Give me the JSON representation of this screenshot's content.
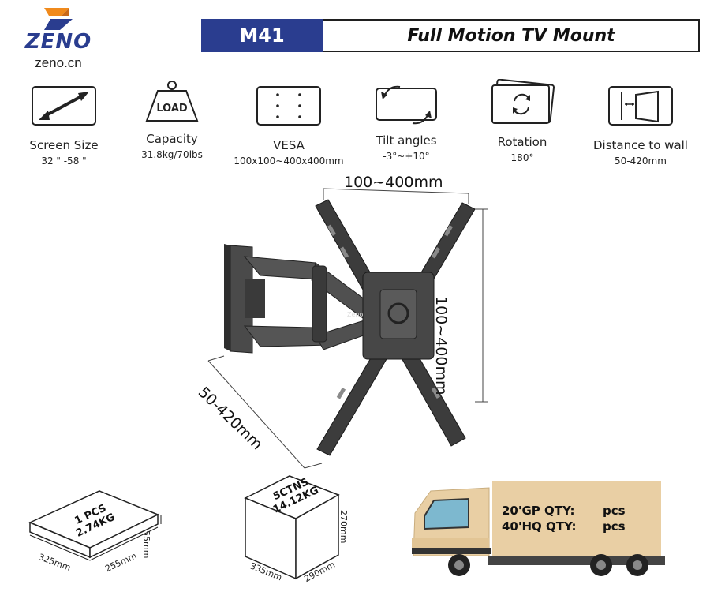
{
  "header": {
    "brand": "ZENO",
    "url": "zeno.cn",
    "model_code": "M41",
    "model_name": "Full Motion TV Mount"
  },
  "specs": [
    {
      "label": "Screen Size",
      "value": "32 \" -58 \"",
      "icon": "diagonal-arrow-icon"
    },
    {
      "label": "Capacity",
      "value": "31.8kg/70lbs",
      "icon": "weight-load-icon",
      "icon_text": "LOAD"
    },
    {
      "label": "VESA",
      "value": "100x100~400x400mm",
      "icon": "vesa-pattern-icon"
    },
    {
      "label": "Tilt angles",
      "value": "-3°~+10°",
      "icon": "tilt-icon"
    },
    {
      "label": "Rotation",
      "value": "180°",
      "icon": "rotation-icon"
    },
    {
      "label": "Distance to wall",
      "value": "50-420mm",
      "icon": "wall-distance-icon"
    }
  ],
  "product": {
    "dim_top": "100~400mm",
    "dim_right": "100~400mm",
    "dim_left": "50-420mm",
    "plate_brand": "Zeno"
  },
  "packaging": {
    "single": {
      "line1": "1 PCS",
      "line2": "2.74KG",
      "length": "325mm",
      "width": "255mm",
      "height": "55mm"
    },
    "carton": {
      "line1": "5CTNS",
      "line2": "14.12KG",
      "length": "335mm",
      "width": "290mm",
      "height": "270mm"
    }
  },
  "shipping": {
    "gp_label": "20'GP QTY:",
    "gp_unit": "pcs",
    "hq_label": "40'HQ QTY:",
    "hq_unit": "pcs"
  },
  "colors": {
    "brand_blue": "#2a3d8f",
    "brand_orange": "#f08a1c",
    "cargo": "#e9cfa4",
    "mount": "#3c3c3c"
  }
}
